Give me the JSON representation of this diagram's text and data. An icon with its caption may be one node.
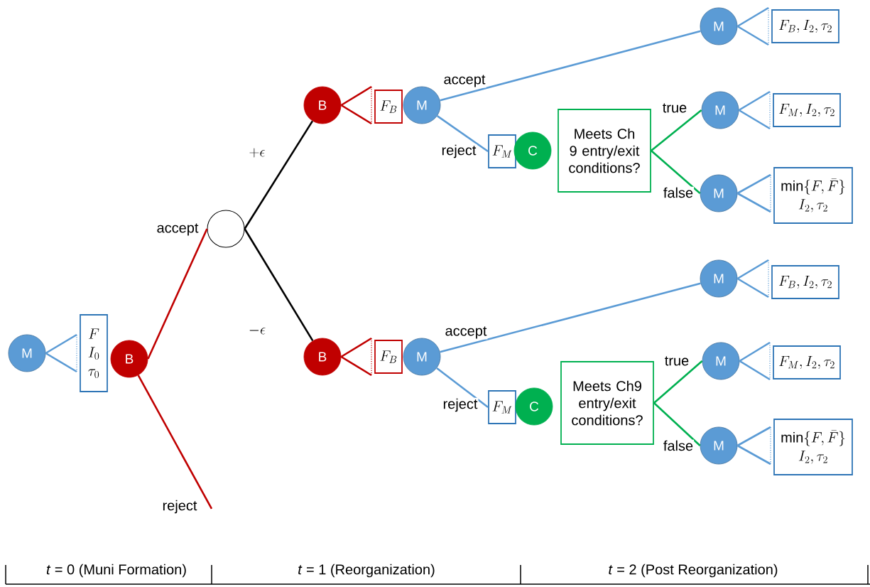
{
  "diagram": {
    "nodes": [
      {
        "text": [
          "M"
        ]
      },
      {
        "text": [
          "F",
          "I_0",
          "\\tau_0"
        ]
      },
      {
        "text": [
          "B"
        ]
      },
      {
        "text": [],
        "shape": "circle"
      },
      {
        "text": [
          "B"
        ]
      },
      {
        "text": [
          "F_B"
        ]
      },
      {
        "text": [
          "M"
        ]
      },
      {
        "text": [
          "F_M"
        ]
      },
      {
        "text": [
          "C"
        ]
      },
      {
        "text": [
          "Meets Ch 9 entry/exit conditions?"
        ]
      },
      {
        "text": [
          "M"
        ]
      },
      {
        "text": [
          "F_B, I_2, \\tau_2"
        ]
      },
      {
        "text": [
          "M"
        ]
      },
      {
        "text": [
          "F_M, I_2, \\tau_2"
        ]
      },
      {
        "text": [
          "M"
        ]
      },
      {
        "text": [
          "\\min\\{F, \\bar{F}\\}",
          "I_2, \\tau_2"
        ]
      },
      {
        "text": [
          "B"
        ]
      },
      {
        "text": [
          "F_B"
        ]
      },
      {
        "text": [
          "M"
        ]
      },
      {
        "text": [
          "F_M"
        ]
      },
      {
        "text": [
          "C"
        ]
      },
      {
        "text": [
          "Meets Ch9 entry/exit conditions?"
        ]
      },
      {
        "text": [
          "M"
        ]
      },
      {
        "text": [
          "F_B, I_2, \\tau_2"
        ]
      },
      {
        "text": [
          "M"
        ]
      },
      {
        "text": [
          "F_M, I_2, \\tau_2"
        ]
      },
      {
        "text": [
          "M"
        ]
      },
      {
        "text": [
          "\\min\\{F, \\bar{F}\\}",
          "I_2, \\tau_2"
        ]
      }
    ],
    "edges": [
      {
        "from": 0,
        "to": 1,
        "arrow": "none"
      },
      {
        "from": 2,
        "to": 3,
        "arrow": "none",
        "label": "accept",
        "color": "#c00000"
      },
      {
        "from": 2,
        "to": null,
        "arrow": "none",
        "label": "reject",
        "color": "#c00000"
      },
      {
        "from": 3,
        "to": 4,
        "arrow": "none",
        "label": "+\\epsilon",
        "color": "#000000"
      },
      {
        "from": 3,
        "to": 16,
        "arrow": "none",
        "label": "-\\epsilon",
        "color": "#000000"
      },
      {
        "from": 4,
        "to": 5,
        "arrow": "none",
        "color": "#c00000"
      },
      {
        "from": 6,
        "to": 10,
        "arrow": "none",
        "label": "accept"
      },
      {
        "from": 6,
        "to": 7,
        "arrow": "none",
        "label": "reject"
      },
      {
        "from": 9,
        "to": 12,
        "arrow": "none",
        "label": "true",
        "color": "#00b050"
      },
      {
        "from": 9,
        "to": 14,
        "arrow": "none",
        "label": "false",
        "color": "#00b050"
      },
      {
        "from": 10,
        "to": 11,
        "arrow": "none"
      },
      {
        "from": 12,
        "to": 13,
        "arrow": "none"
      },
      {
        "from": 14,
        "to": 15,
        "arrow": "none"
      },
      {
        "from": 16,
        "to": 17,
        "arrow": "none",
        "color": "#c00000"
      },
      {
        "from": 18,
        "to": 22,
        "arrow": "none",
        "label": "accept"
      },
      {
        "from": 18,
        "to": 19,
        "arrow": "none",
        "label": "reject"
      },
      {
        "from": 21,
        "to": 24,
        "arrow": "none",
        "label": "true",
        "color": "#00b050"
      },
      {
        "from": 21,
        "to": 26,
        "arrow": "none",
        "label": "false",
        "color": "#00b050"
      },
      {
        "from": 22,
        "to": 23,
        "arrow": "none"
      },
      {
        "from": 24,
        "to": 25,
        "arrow": "none"
      },
      {
        "from": 26,
        "to": 27,
        "arrow": "none"
      }
    ],
    "labels": [
      "*t* = 0 (Muni Formation)",
      "*t* = 1 (Reorganization)",
      "*t* = 2 (Post Reorganization)"
    ]
  }
}
